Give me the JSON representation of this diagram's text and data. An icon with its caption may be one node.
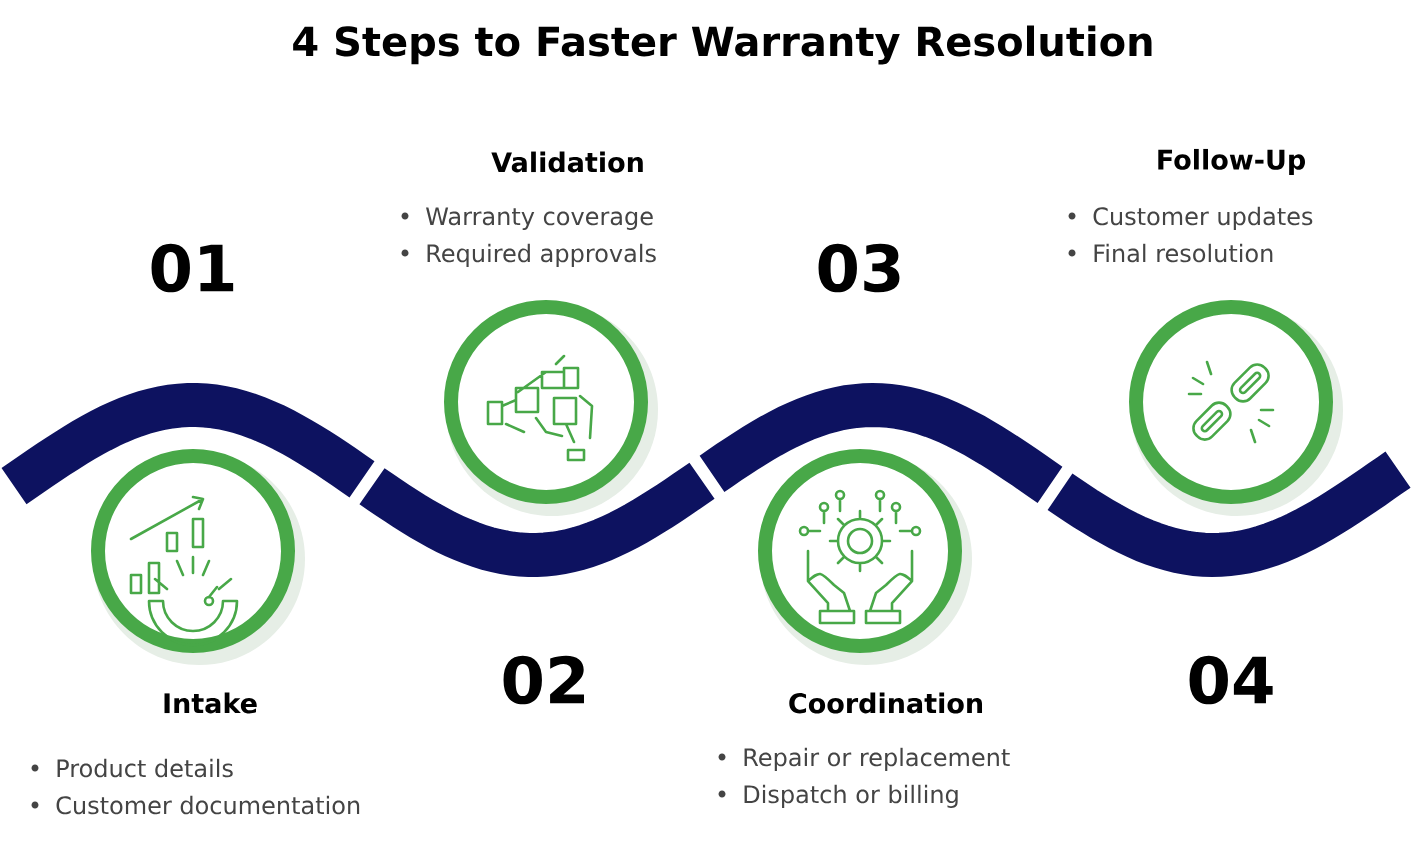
{
  "diagram": {
    "title": "4 Steps to Faster Warranty Resolution",
    "nodes": [
      {
        "text": [
          "Intake",
          "Product details",
          "Customer documentation"
        ],
        "beside": [
          "01"
        ]
      },
      {
        "text": [
          "Validation",
          "Warranty coverage",
          "Required approvals"
        ],
        "beside": [
          "02"
        ]
      },
      {
        "text": [
          "Coordination",
          "Repair or replacement",
          "Dispatch or billing"
        ],
        "beside": [
          "03"
        ]
      },
      {
        "text": [
          "Follow-Up",
          "Customer updates",
          "Final resolution"
        ],
        "beside": [
          "04"
        ]
      }
    ]
  }
}
